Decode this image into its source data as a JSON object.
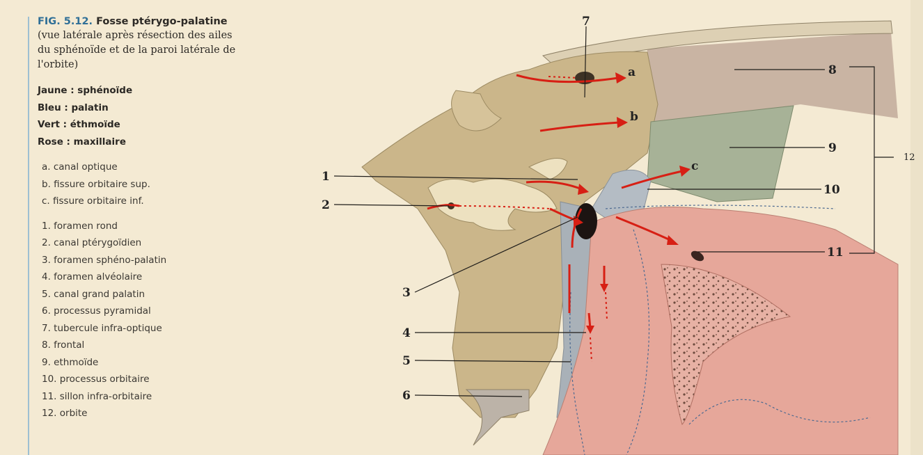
{
  "caption": {
    "fig_number": "FIG. 5.12.",
    "fig_title": "Fosse ptérygo-palatine",
    "subtitle_lines": [
      "(vue latérale après résection des ailes",
      "du sphénoïde et de la paroi latérale de",
      "l'orbite)"
    ],
    "color_legend": [
      "Jaune : sphénoïde",
      "Bleu : palatin",
      "Vert : éthmoïde",
      "Rose : maxillaire"
    ],
    "letter_items": [
      "a. canal optique",
      "b. fissure orbitaire sup.",
      "c. fissure orbitaire inf."
    ],
    "number_items": [
      "1. foramen rond",
      "2. canal ptérygoïdien",
      "3. foramen sphéno-palatin",
      "4. foramen alvéolaire",
      "5. canal grand palatin",
      "6. processus pyramidal",
      "7. tubercule infra-optique",
      "8. frontal",
      "9. ethmoïde",
      "10. processus orbitaire",
      "11. sillon infra-orbitaire",
      "12. orbite"
    ]
  },
  "illustration": {
    "letters": [
      "a",
      "b",
      "c"
    ],
    "numbers": [
      "1",
      "2",
      "3",
      "4",
      "5",
      "6",
      "7",
      "8",
      "9",
      "10",
      "11",
      "12"
    ],
    "colors": {
      "sphenoid": "#cbb68a",
      "palatine": "#a9b1b8",
      "ethmoid": "#a8b398",
      "maxilla": "#e6a79a",
      "frontal": "#c7b5a4",
      "arrow": "#d71f14"
    }
  }
}
